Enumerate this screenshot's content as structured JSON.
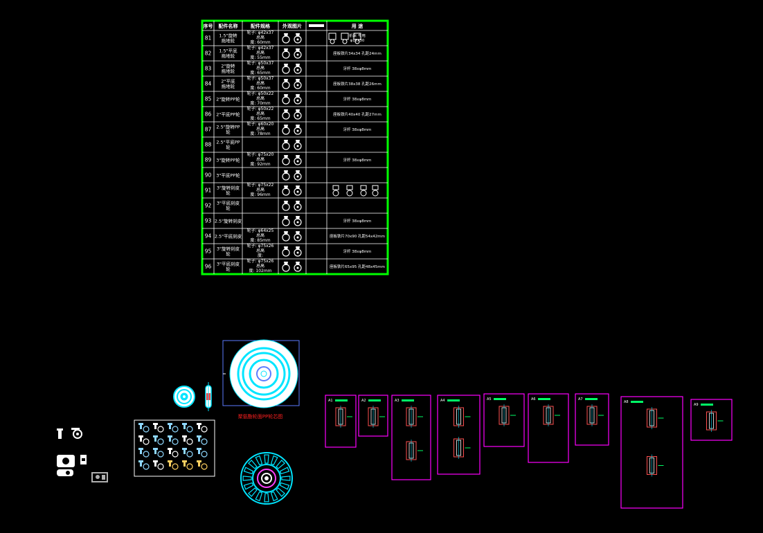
{
  "colors": {
    "background": "#000000",
    "table_border": "#00ff00",
    "table_lines": "#ffffff",
    "drawing_frame": "#ff00ff",
    "wheel": "#00e5ff",
    "wheel_fill": "#ffffff",
    "annotation_red": "#ff2020",
    "detail_green": "#00ff66"
  },
  "table": {
    "headers": [
      "序号",
      "配件名称",
      "配件规格",
      "外观图片",
      "",
      "用 途"
    ],
    "rows": [
      {
        "no": "81",
        "name": "1.5\"旋转\n拖地轮",
        "spec": "轮子: φ42x37\n总高\n度: 60mm",
        "use": "折床 专用\nφ12x30"
      },
      {
        "no": "82",
        "name": "1.5\"平底\n拖地轮",
        "spec": "轮子: φ42x37\n总高\n度: 55mm",
        "use": "座板铁片34x34 孔距24mm"
      },
      {
        "no": "83",
        "name": "2\"旋转\n拖地轮",
        "spec": "轮子: φ50x37\n总高\n度: 65mm",
        "use": "牙杆 38xφ8mm"
      },
      {
        "no": "84",
        "name": "2\"平底\n拖地轮",
        "spec": "轮子: φ50x37\n总高\n度: 60mm",
        "use": "座板铁片38x38 孔距26mm"
      },
      {
        "no": "85",
        "name": "2\"旋转PP轮",
        "spec": "轮子: φ50x22\n总高\n度: 70mm",
        "use": "牙杆 38xφ8mm"
      },
      {
        "no": "86",
        "name": "2\"平底PP轮",
        "spec": "轮子: φ50x22\n总高\n度: 65mm",
        "use": "座板铁片40x40 孔距27mm"
      },
      {
        "no": "87",
        "name": "2.5\"旋转PP\n轮",
        "spec": "轮子: φ60x20\n总高\n度: 78mm",
        "use": "牙杆 38xφ8mm"
      },
      {
        "no": "88",
        "name": "2.5\"平底PP\n轮",
        "spec": "",
        "use": ""
      },
      {
        "no": "89",
        "name": "3\"旋转PP轮",
        "spec": "轮子: φ75x20\n总高\n度: 92mm",
        "use": "牙杆 38xφ8mm"
      },
      {
        "no": "90",
        "name": "3\"平底PP轮",
        "spec": "",
        "use": ""
      },
      {
        "no": "91",
        "name": "3\"旋转刹皮\n轮",
        "spec": "轮子: φ75x22\n总高\n度: 96mm",
        "use": ""
      },
      {
        "no": "92",
        "name": "3\"平底刹皮\n轮",
        "spec": "",
        "use": ""
      },
      {
        "no": "93",
        "name": "2.5\"旋转刹皮",
        "spec": "",
        "use": "牙杆 38xφ8mm"
      },
      {
        "no": "94",
        "name": "2.5\"平底刹皮",
        "spec": "轮子: φ64x25\n总高\n度: 85mm",
        "use": "座板铁片70x90 孔距54x42mm"
      },
      {
        "no": "95",
        "name": "3\"旋转刹皮\n轮",
        "spec": "轮子: φ75x26\n总高\n度:",
        "use": "牙杆 38xφ8mm"
      },
      {
        "no": "96",
        "name": "3\"平底刹皮\n轮",
        "spec": "轮子: φ75x26\n总高\n度: 102mm",
        "use": "座板铁片65x95 孔距48x45mm"
      }
    ]
  },
  "wheel_caption": "聚氨酯轮面PP轮芯图",
  "detail_sheets": [
    {
      "id": "sheet-1",
      "title": "A1"
    },
    {
      "id": "sheet-2",
      "title": "A2"
    },
    {
      "id": "sheet-3",
      "title": "A3"
    },
    {
      "id": "sheet-4",
      "title": "A4"
    },
    {
      "id": "sheet-5",
      "title": "A5"
    },
    {
      "id": "sheet-6",
      "title": "A6"
    },
    {
      "id": "sheet-7",
      "title": "A7"
    },
    {
      "id": "sheet-8",
      "title": "A8"
    },
    {
      "id": "sheet-9",
      "title": "A9"
    }
  ]
}
